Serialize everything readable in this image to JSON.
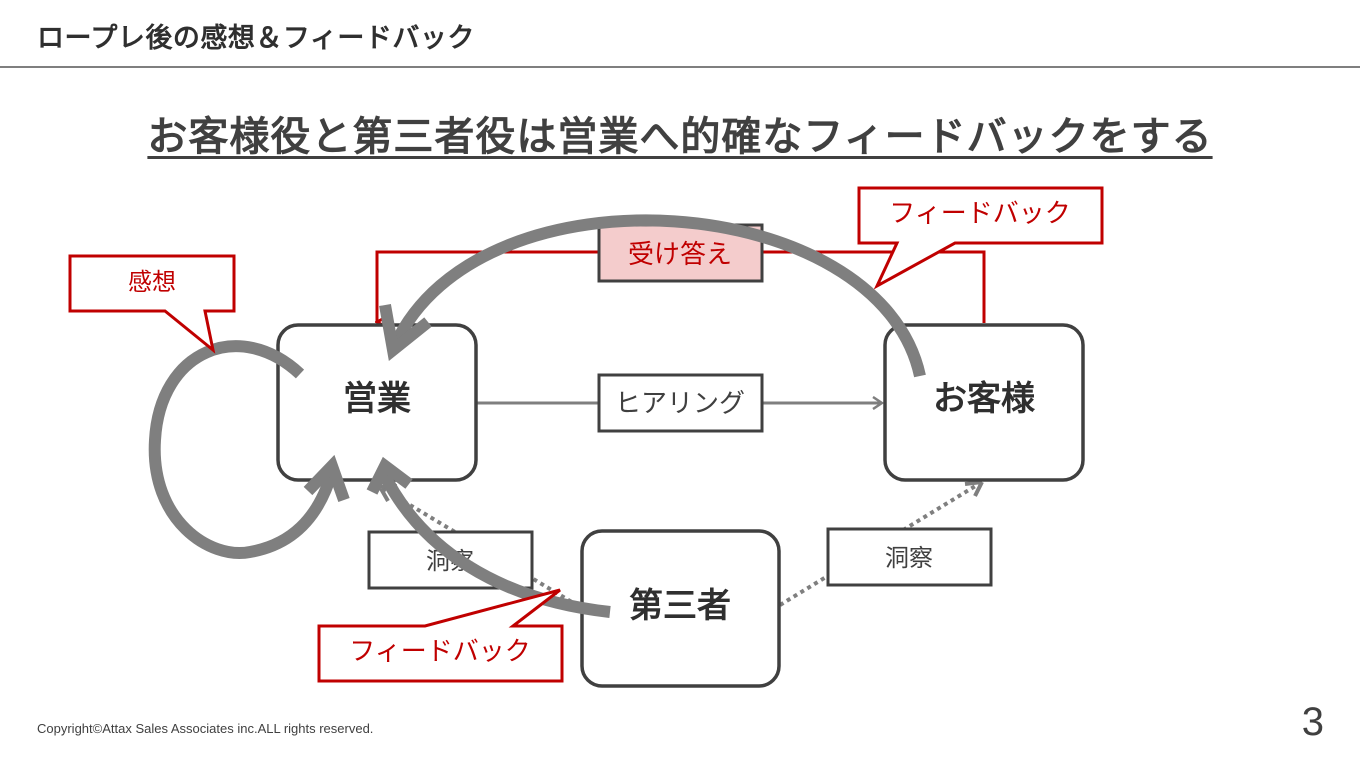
{
  "header": {
    "title": "ロープレ後の感想＆フィードバック"
  },
  "heading": "お客様役と第三者役は営業へ的確なフィードバックをする",
  "nodes": {
    "sales": "営業",
    "customer": "お客様",
    "third_party": "第三者"
  },
  "labels": {
    "hearing": "ヒアリング",
    "response": "受け答え",
    "feedback_top": "フィードバック",
    "feedback_bottom": "フィードバック",
    "impression": "感想",
    "insight_left": "洞察",
    "insight_right": "洞察"
  },
  "colors": {
    "accent_red": "#c00000",
    "arrow_gray": "#7f7f7f",
    "box_border": "#404040",
    "response_fill": "#f4cccc"
  },
  "footer": {
    "copyright": "Copyright©Attax Sales Associates inc.ALL rights reserved.",
    "page_number": "3"
  }
}
